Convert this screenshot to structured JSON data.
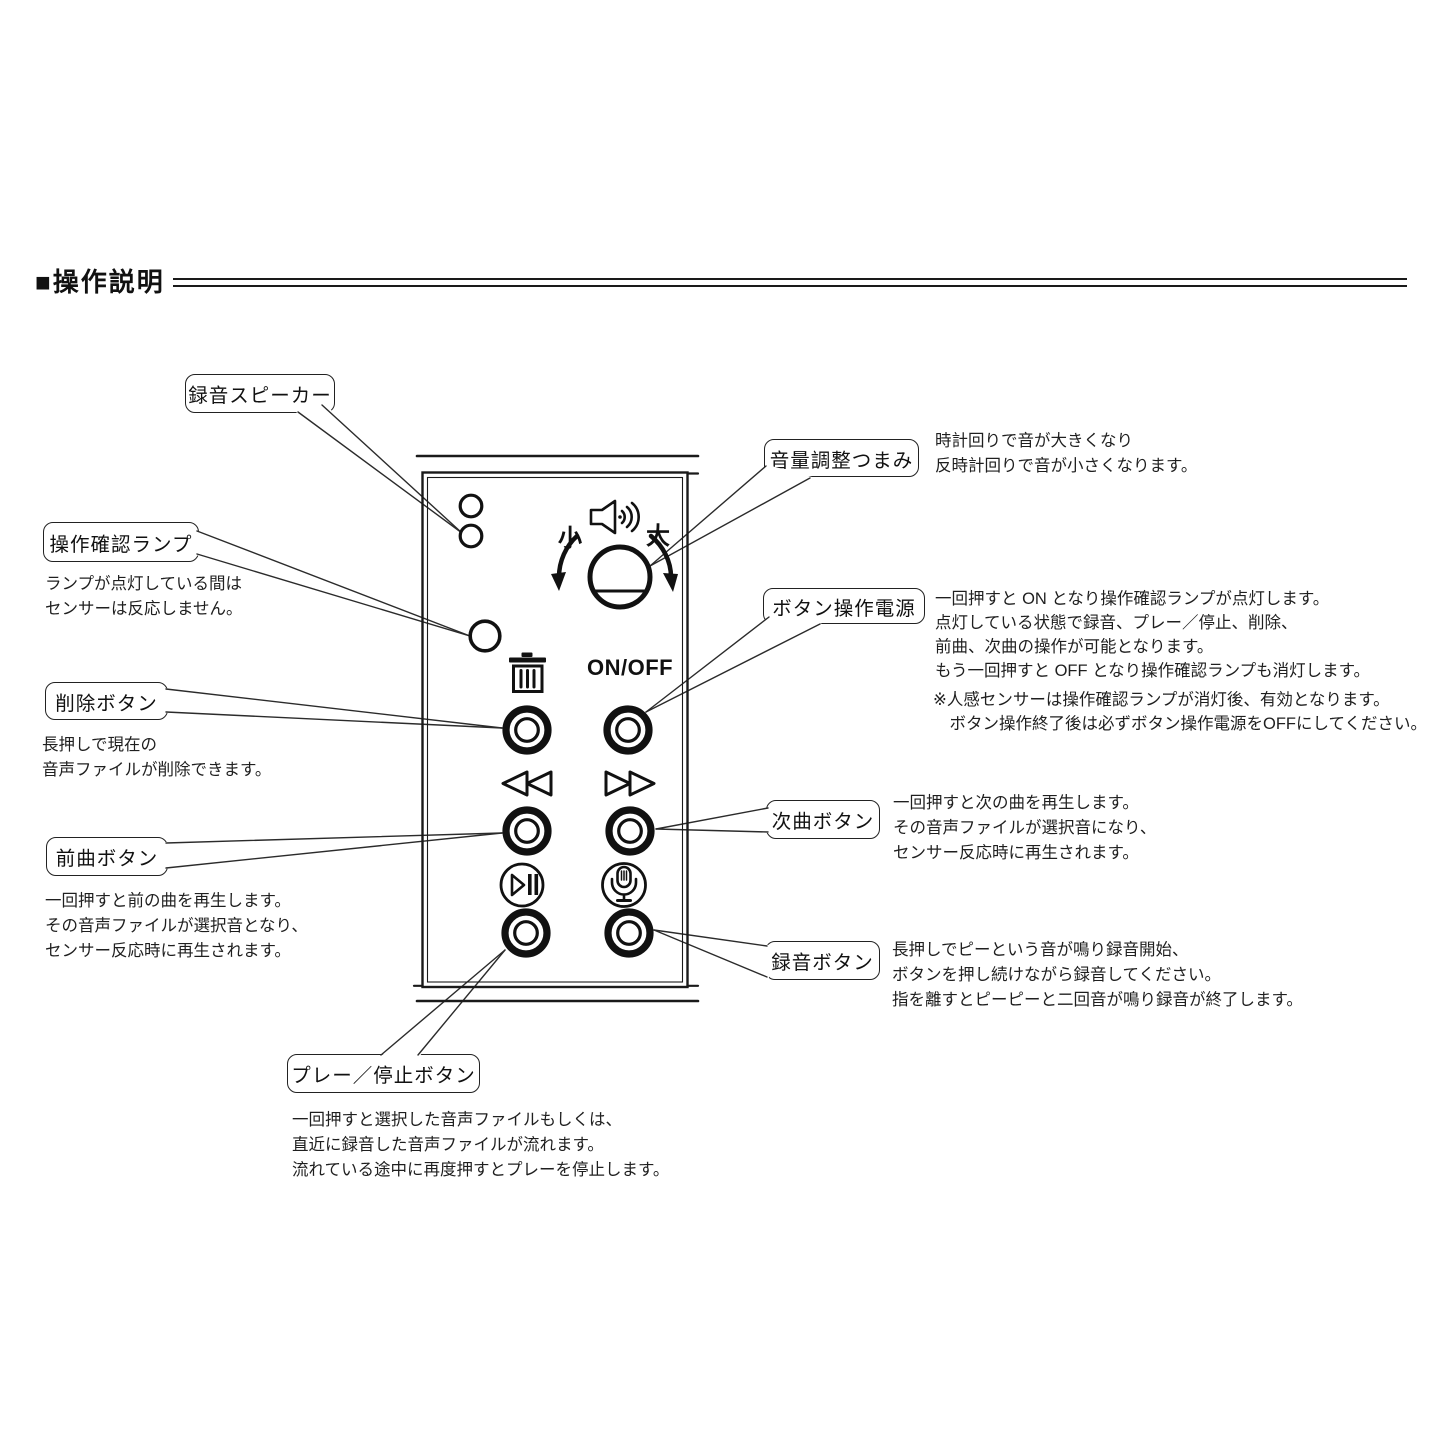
{
  "title": "■操作説明",
  "device": {
    "volume_min_label": "小",
    "volume_max_label": "大",
    "power_label": "ON/OFF"
  },
  "icons": {
    "speaker_holes": "two-circle-speaker-holes",
    "status_lamp": "circle-lamp",
    "volume_speaker": "speaker-with-sound-waves",
    "volume_decrease_arrow": "curved-arrow-counterclockwise-down",
    "volume_increase_arrow": "curved-arrow-clockwise-down",
    "volume_knob": "round-knob-with-slot",
    "trash": "trash-can",
    "prev": "double-triangle-left",
    "next": "double-triangle-right",
    "play_pause": "circled-play-pause",
    "microphone": "circled-microphone"
  },
  "colors": {
    "ink": "#1a1a1a",
    "background": "#ffffff"
  },
  "callouts": {
    "speaker": {
      "label": "録音スピーカー"
    },
    "lamp": {
      "label": "操作確認ランプ",
      "desc": [
        "ランプが点灯している間は",
        "センサーは反応しません。"
      ]
    },
    "delete": {
      "label": "削除ボタン",
      "desc": [
        "長押しで現在の",
        "音声ファイルが削除できます。"
      ]
    },
    "prev": {
      "label": "前曲ボタン",
      "desc": [
        "一回押すと前の曲を再生します。",
        "その音声ファイルが選択音となり、",
        "センサー反応時に再生されます。"
      ]
    },
    "play": {
      "label": "プレー／停止ボタン",
      "desc": [
        "一回押すと選択した音声ファイルもしくは、",
        "直近に録音した音声ファイルが流れます。",
        "流れている途中に再度押すとプレーを停止します。"
      ]
    },
    "volume": {
      "label": "音量調整つまみ",
      "desc": [
        "時計回りで音が大きくなり",
        "反時計回りで音が小さくなります。"
      ]
    },
    "power": {
      "label": "ボタン操作電源",
      "desc": [
        "一回押すと ON となり操作確認ランプが点灯します。",
        "点灯している状態で録音、プレー／停止、削除、",
        "前曲、次曲の操作が可能となります。",
        "もう一回押すと OFF となり操作確認ランプも消灯します。"
      ],
      "note": [
        "※人感センサーは操作確認ランプが消灯後、有効となります。",
        "　ボタン操作終了後は必ずボタン操作電源をOFFにしてください。"
      ]
    },
    "next": {
      "label": "次曲ボタン",
      "desc": [
        "一回押すと次の曲を再生します。",
        "その音声ファイルが選択音になり、",
        "センサー反応時に再生されます。"
      ]
    },
    "record": {
      "label": "録音ボタン",
      "desc": [
        "長押しでピーという音が鳴り録音開始、",
        "ボタンを押し続けながら録音してください。",
        "指を離すとピーピーと二回音が鳴り録音が終了します。"
      ]
    }
  }
}
